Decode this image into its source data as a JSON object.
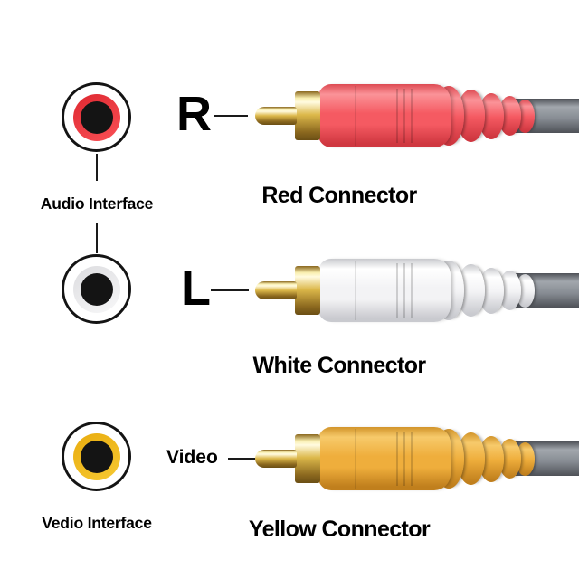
{
  "background_color": "#ffffff",
  "text_color": "#000000",
  "interface_labels": {
    "audio": "Audio Interface",
    "video": "Vedio Interface"
  },
  "connectors": [
    {
      "channel_label": "R",
      "caption": "Red Connector",
      "jack_ring_colors": [
        "#de2830",
        "#fa5056"
      ],
      "body_colors": {
        "edge": "#dd4a52",
        "light": "#fb9398",
        "mid": "#f55a62",
        "dark": "#cf3740"
      }
    },
    {
      "channel_label": "L",
      "caption": "White Connector",
      "jack_ring_colors": [
        "#dcdcdf",
        "#f8f8f9"
      ],
      "body_colors": {
        "edge": "#c8c9cd",
        "light": "#ffffff",
        "mid": "#f3f3f5",
        "dark": "#c9cacf"
      }
    },
    {
      "channel_label": "Video",
      "caption": "Yellow Connector",
      "jack_ring_colors": [
        "#e9ac0e",
        "#f6c933"
      ],
      "body_colors": {
        "edge": "#d2942a",
        "light": "#f7ca6b",
        "mid": "#efae3c",
        "dark": "#c07f1d"
      }
    }
  ],
  "shared_colors": {
    "gold_pin": {
      "light": "#faf0b2",
      "mid": "#dcb84a",
      "dark": "#8a671e",
      "darkest": "#6b4f15"
    },
    "cable": {
      "light": "#a2a7ad",
      "mid": "#878c93",
      "dark": "#4e5157"
    },
    "jack_outline": "#141414",
    "jack_center": "#141414",
    "callout_line": "#1a1a1a"
  }
}
